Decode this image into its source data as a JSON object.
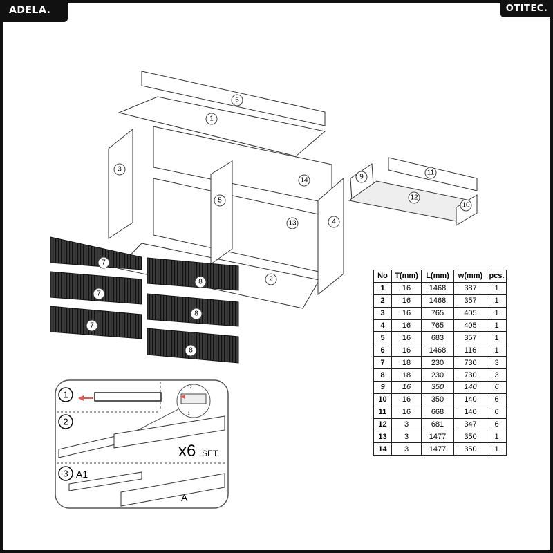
{
  "header": {
    "left_brand": "ADELA.",
    "right_brand": "OTITEC."
  },
  "part_labels": {
    "p1": "1",
    "p2": "2",
    "p3": "3",
    "p4": "4",
    "p5": "5",
    "p6": "6",
    "p7": "7",
    "p8": "8",
    "p9": "9",
    "p10": "10",
    "p11": "11",
    "p12": "12",
    "p13": "13",
    "p14": "14"
  },
  "table": {
    "headers": [
      "No",
      "T(mm)",
      "L(mm)",
      "w(mm)",
      "pcs."
    ],
    "rows": [
      [
        "1",
        "16",
        "1468",
        "387",
        "1"
      ],
      [
        "2",
        "16",
        "1468",
        "357",
        "1"
      ],
      [
        "3",
        "16",
        "765",
        "405",
        "1"
      ],
      [
        "4",
        "16",
        "765",
        "405",
        "1"
      ],
      [
        "5",
        "16",
        "683",
        "357",
        "1"
      ],
      [
        "6",
        "16",
        "1468",
        "116",
        "1"
      ],
      [
        "7",
        "18",
        "230",
        "730",
        "3"
      ],
      [
        "8",
        "18",
        "230",
        "730",
        "3"
      ],
      [
        "9",
        "16",
        "350",
        "140",
        "6"
      ],
      [
        "10",
        "16",
        "350",
        "140",
        "6"
      ],
      [
        "11",
        "16",
        "668",
        "140",
        "6"
      ],
      [
        "12",
        "3",
        "681",
        "347",
        "6"
      ],
      [
        "13",
        "3",
        "1477",
        "350",
        "1"
      ],
      [
        "14",
        "3",
        "1477",
        "350",
        "1"
      ]
    ]
  },
  "slides": {
    "step1": "1",
    "step2": "2",
    "step3": "3",
    "detail_a": "2",
    "detail_b": "1",
    "quantity": "x6",
    "quantity_unit": "SET.",
    "label_a1": "A1",
    "label_a": "A"
  }
}
